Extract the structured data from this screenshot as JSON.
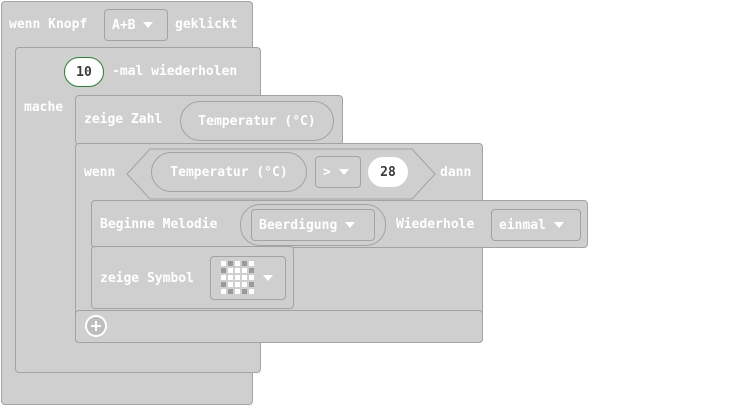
{
  "event_block": {
    "prefix": "wenn Knopf",
    "button_value": "A+B",
    "suffix": "geklickt"
  },
  "repeat_block": {
    "count": "10",
    "label": "-mal wiederholen",
    "do_label": "mache"
  },
  "show_number_block": {
    "label": "zeige Zahl",
    "value": "Temperatur (°C)"
  },
  "if_block": {
    "label_if": "wenn",
    "left_operand": "Temperatur (°C)",
    "operator": ">",
    "right_operand": "28",
    "label_then": "dann"
  },
  "melody_block": {
    "label": "Beginne Melodie",
    "melody": "Beerdigung",
    "repeat_label": "Wiederhole",
    "repeat_value": "einmal"
  },
  "show_icon_block": {
    "label": "zeige Symbol",
    "icon": "led-matrix-icon",
    "icon_pattern": [
      [
        1,
        0,
        1,
        0,
        1
      ],
      [
        0,
        1,
        1,
        1,
        0
      ],
      [
        1,
        1,
        1,
        1,
        1
      ],
      [
        0,
        1,
        1,
        1,
        0
      ],
      [
        1,
        0,
        1,
        0,
        1
      ]
    ]
  },
  "add_icon": "plus-icon",
  "colors": {
    "block": "#cfcfcf",
    "block_border": "#a3a3a3",
    "text": "#ffffff",
    "number_text": "#3c3c3c",
    "highlight": "#2e7d32"
  }
}
